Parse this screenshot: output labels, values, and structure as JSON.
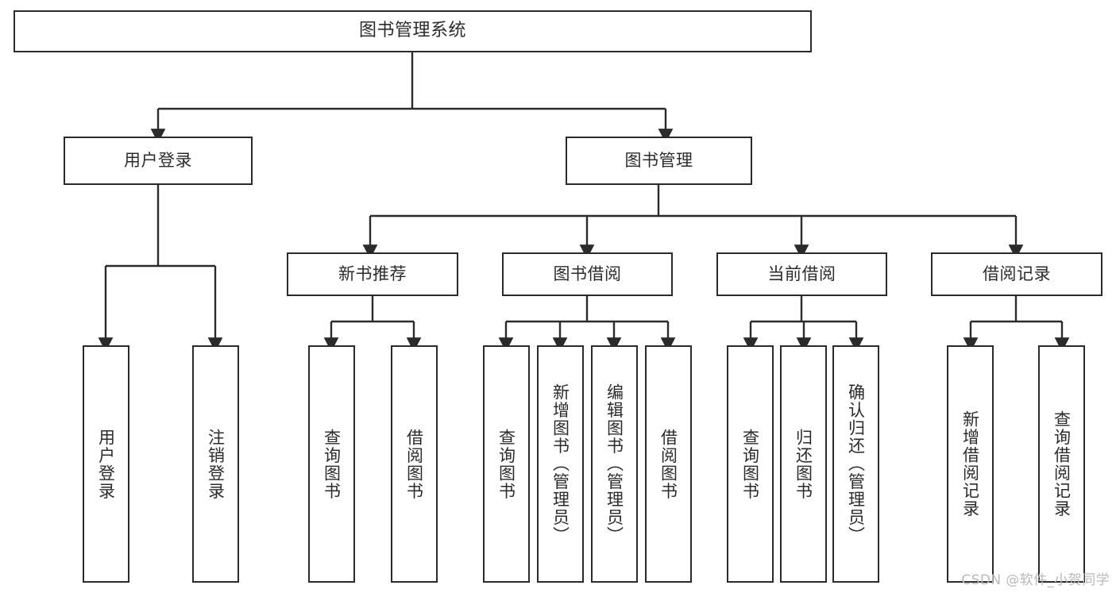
{
  "diagram": {
    "type": "tree",
    "title": "图书管理系统",
    "background_color": "#ffffff",
    "stroke_color": "#2b2b2b",
    "text_color": "#2b2b2b",
    "watermark": "CSDN @软件_小贺同学",
    "watermark_color": "#b9b9b9"
  },
  "nodes": {
    "root": {
      "label": "图书管理系统"
    },
    "level2": [
      {
        "id": "user-login",
        "label": "用户登录"
      },
      {
        "id": "book-manage",
        "label": "图书管理"
      }
    ],
    "level3": [
      {
        "id": "new-book-recommend",
        "label": "新书推荐"
      },
      {
        "id": "book-borrow",
        "label": "图书借阅"
      },
      {
        "id": "current-borrow",
        "label": "当前借阅"
      },
      {
        "id": "borrow-record",
        "label": "借阅记录"
      }
    ],
    "leaves": {
      "user-login": [
        {
          "id": "leaf-user-login",
          "label": "用户登录"
        },
        {
          "id": "leaf-logout-login",
          "label": "注销登录"
        }
      ],
      "new-book-recommend": [
        {
          "id": "leaf-query-book-1",
          "label": "查询图书"
        },
        {
          "id": "leaf-borrow-book-1",
          "label": "借阅图书"
        }
      ],
      "book-borrow": [
        {
          "id": "leaf-query-book-2",
          "label": "查询图书"
        },
        {
          "id": "leaf-add-book",
          "label": "新增图书（管理员）"
        },
        {
          "id": "leaf-edit-book",
          "label": "编辑图书（管理员）"
        },
        {
          "id": "leaf-borrow-book-2",
          "label": "借阅图书"
        }
      ],
      "current-borrow": [
        {
          "id": "leaf-query-book-3",
          "label": "查询图书"
        },
        {
          "id": "leaf-return-book",
          "label": "归还图书"
        },
        {
          "id": "leaf-confirm-return",
          "label": "确认归还（管理员）"
        }
      ],
      "borrow-record": [
        {
          "id": "leaf-add-record",
          "label": "新增借阅记录"
        },
        {
          "id": "leaf-query-record",
          "label": "查询借阅记录"
        }
      ]
    }
  }
}
